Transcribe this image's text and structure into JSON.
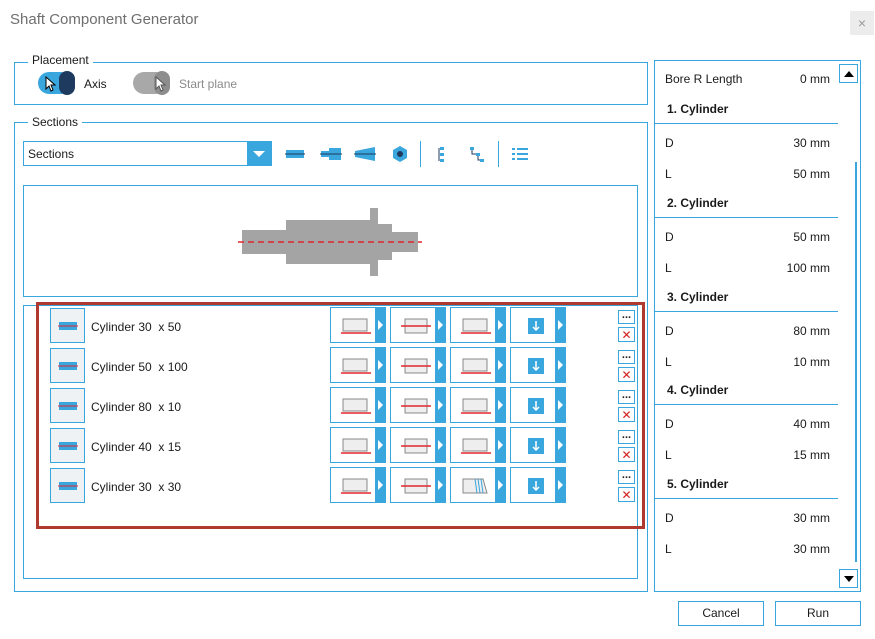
{
  "window": {
    "title": "Shaft Component Generator",
    "close_glyph": "×"
  },
  "placement": {
    "legend": "Placement",
    "axis_label": "Axis",
    "start_plane_label": "Start plane"
  },
  "sections": {
    "legend": "Sections",
    "dropdown_value": "Sections",
    "toolbar_icons": [
      "cylinder-icon",
      "cone-icon",
      "polygon-icon",
      "add-section-icon",
      "tree-expand-icon",
      "tree-structure-icon",
      "list-icon"
    ],
    "rows": [
      {
        "label": "Cylinder 30  x 50"
      },
      {
        "label": "Cylinder 50  x 100"
      },
      {
        "label": "Cylinder 80  x 10"
      },
      {
        "label": "Cylinder 40  x 15"
      },
      {
        "label": "Cylinder 30  x 30"
      }
    ],
    "more_glyph": "...",
    "delete_glyph": "✕"
  },
  "properties": {
    "bore": {
      "label": "Bore R Length",
      "value": "0 mm"
    },
    "groups": [
      {
        "title": "1. Cylinder",
        "d": "30 mm",
        "l": "50 mm"
      },
      {
        "title": "2. Cylinder",
        "d": "50 mm",
        "l": "100 mm"
      },
      {
        "title": "3. Cylinder",
        "d": "80 mm",
        "l": "10 mm"
      },
      {
        "title": "4. Cylinder",
        "d": "40 mm",
        "l": "15 mm"
      },
      {
        "title": "5. Cylinder",
        "d": "30 mm",
        "l": "30 mm"
      }
    ],
    "d_label": "D",
    "l_label": "L"
  },
  "buttons": {
    "cancel": "Cancel",
    "run": "Run"
  },
  "colors": {
    "accent": "#3aa6de",
    "highlight_border": "#b0392f",
    "axis_line": "#e0262f",
    "shaft": "#a4a4a4"
  }
}
